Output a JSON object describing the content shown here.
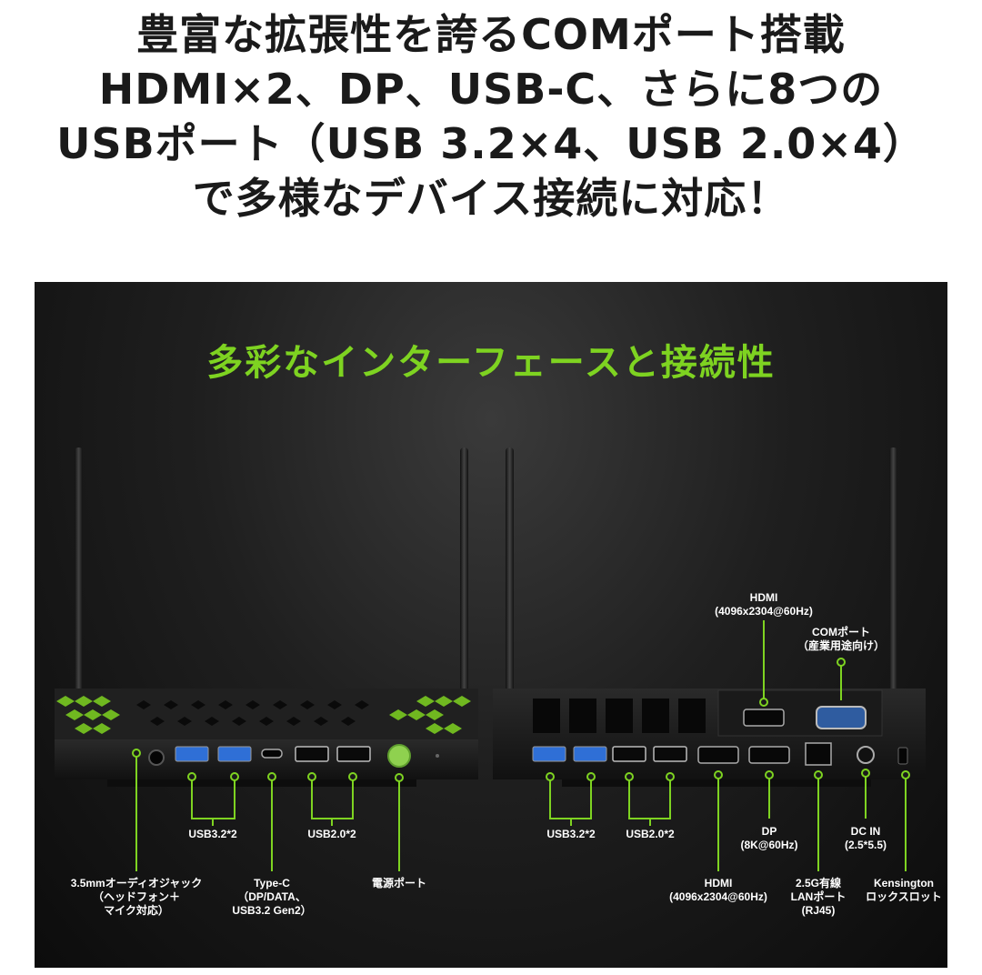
{
  "headline": {
    "line1": "豊富な拡張性を誇るCOMポート搭載",
    "line2": "HDMI×2、DP、USB-C、さらに8つの",
    "line3": "USBポート（USB 3.2×4、USB 2.0×4）",
    "line4": "で多様なデバイス接続に対応！"
  },
  "panel": {
    "title": "多彩なインターフェースと接続性",
    "accent_color": "#7ed321",
    "front_labels": {
      "audio": [
        "3.5mmオーディオジャック",
        "（ヘッドフォン＋",
        "マイク対応）"
      ],
      "usb32": "USB3.2*2",
      "typec": [
        "Type-C",
        "（DP/DATA、",
        "USB3.2 Gen2）"
      ],
      "usb20": "USB2.0*2",
      "power": "電源ポート"
    },
    "rear_labels": {
      "hdmi_top": [
        "HDMI",
        "(4096x2304@60Hz)"
      ],
      "com": [
        "COMポート",
        "（産業用途向け）"
      ],
      "usb32": "USB3.2*2",
      "usb20": "USB2.0*2",
      "dp": [
        "DP",
        "(8K@60Hz)"
      ],
      "dcin": [
        "DC IN",
        "(2.5*5.5)"
      ],
      "hdmi_bottom": [
        "HDMI",
        "(4096x2304@60Hz)"
      ],
      "lan": [
        "2.5G有線",
        "LANポート",
        "(RJ45)"
      ],
      "kensington": [
        "Kensington",
        "ロックスロット"
      ]
    }
  }
}
